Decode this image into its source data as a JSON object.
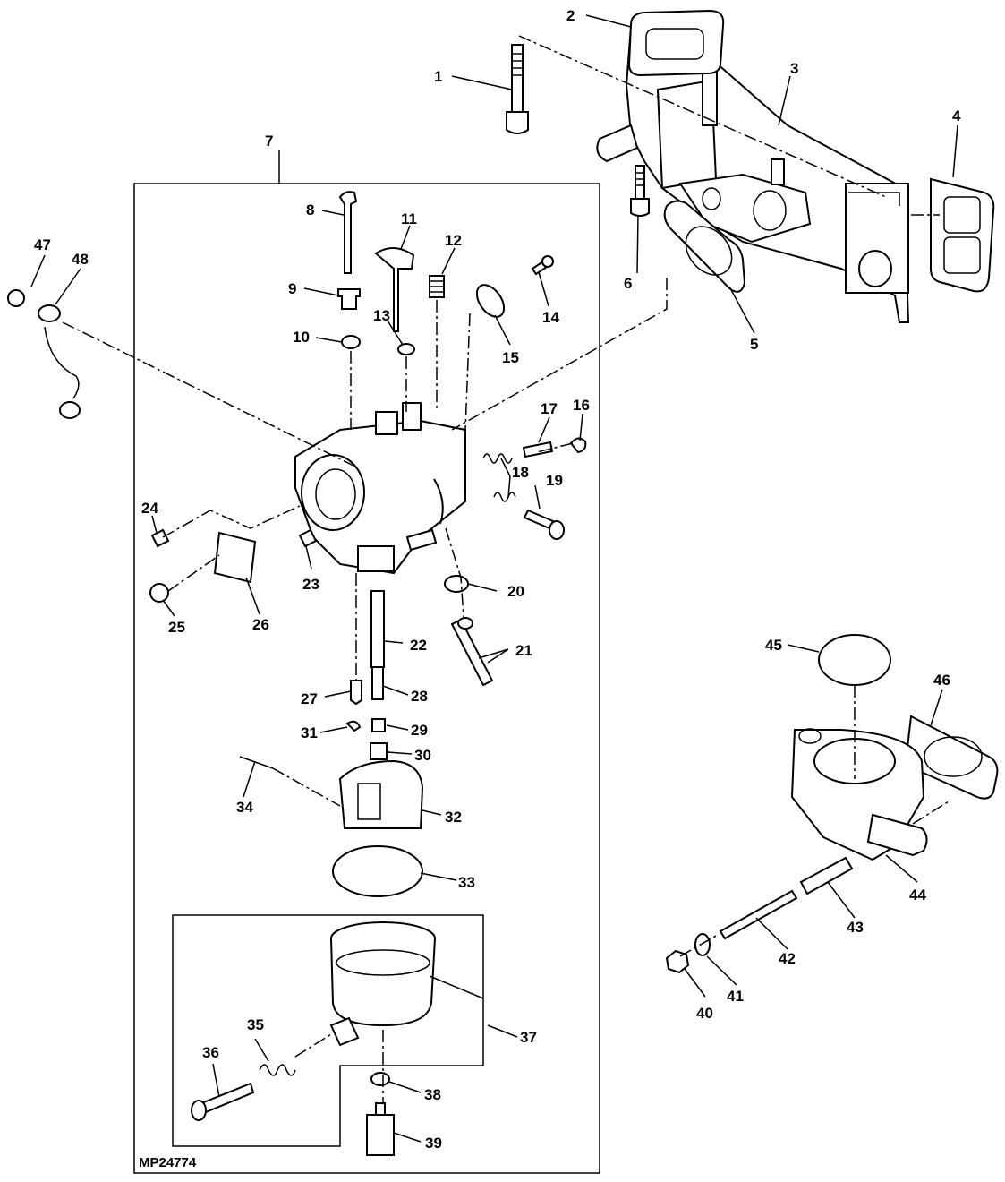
{
  "diagram": {
    "figure_code": "MP24774",
    "callouts": [
      "1",
      "2",
      "3",
      "4",
      "5",
      "6",
      "7",
      "8",
      "9",
      "10",
      "11",
      "12",
      "13",
      "14",
      "15",
      "16",
      "17",
      "18",
      "19",
      "20",
      "21",
      "22",
      "23",
      "24",
      "25",
      "26",
      "27",
      "28",
      "29",
      "30",
      "31",
      "32",
      "33",
      "34",
      "35",
      "36",
      "37",
      "38",
      "39",
      "40",
      "41",
      "42",
      "43",
      "44",
      "45",
      "46",
      "47",
      "48"
    ]
  }
}
